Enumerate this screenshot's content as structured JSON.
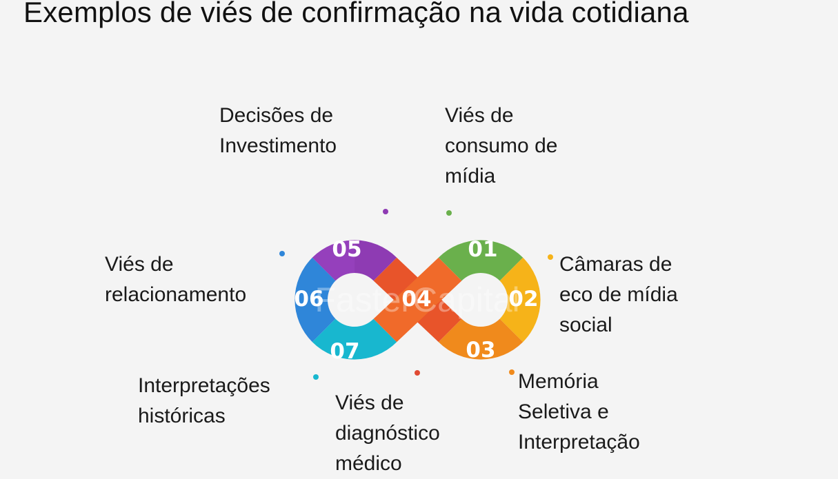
{
  "title": "Exemplos de viés de confirmação na vida cotidiana",
  "watermark": "FasterCapital",
  "items": [
    {
      "number": "01",
      "lines": [
        "Viés de",
        "consumo de",
        "mídia"
      ],
      "color": "#6ab04c"
    },
    {
      "number": "02",
      "lines": [
        "Câmaras de",
        "eco de mídia",
        "social"
      ],
      "color": "#f6b319"
    },
    {
      "number": "03",
      "lines": [
        "Memória",
        "Seletiva e",
        "Interpretação"
      ],
      "color": "#f08a1c"
    },
    {
      "number": "04",
      "lines": [],
      "color": "#e8542a"
    },
    {
      "number": "05",
      "lines": [
        "Decisões de",
        "Investimento"
      ],
      "color": "#8e3bb3"
    },
    {
      "number": "06",
      "lines": [
        "Viés de",
        "relacionamento"
      ],
      "color": "#2f86d9"
    },
    {
      "number": "07",
      "lines": [
        "Interpretações",
        "históricas"
      ],
      "color": "#18b7cf"
    },
    {
      "number": "",
      "lines": [
        "Viés de",
        "diagnóstico",
        "médico"
      ],
      "color": "#e04a33"
    }
  ]
}
